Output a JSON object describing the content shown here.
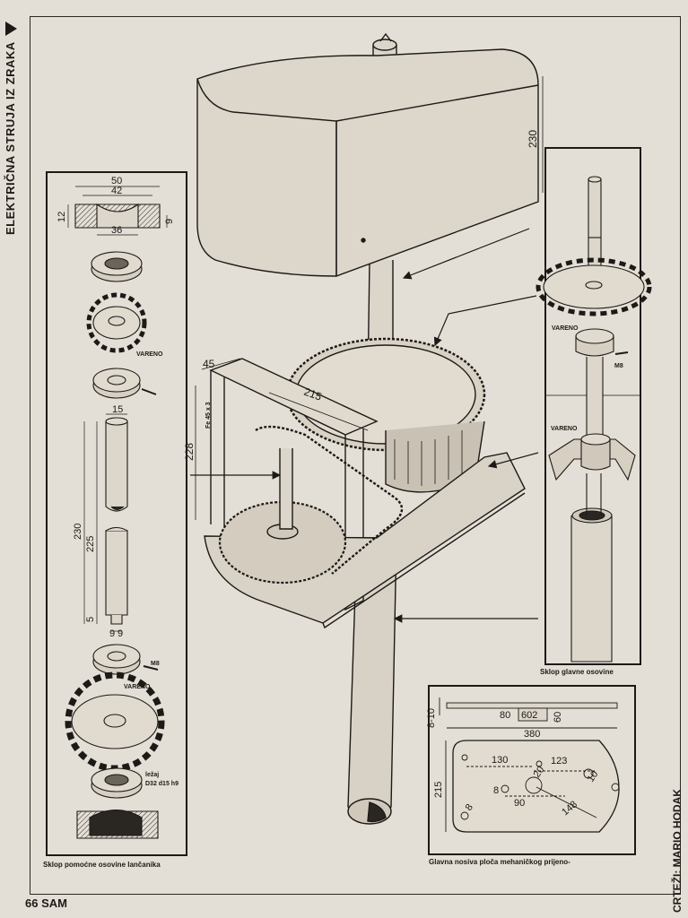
{
  "side_title": "ELEKTRIČNA STRUJA IZ ZRAKA",
  "credit": "CRTEŽI: MARIO HODAK",
  "page_number": "66 SAM",
  "left_panel": {
    "caption": "Sklop pomoćne osovine lančanika",
    "dims": {
      "w50": "50",
      "w42": "42",
      "h12": "12",
      "h9": "9",
      "w36": "36",
      "w15": "15",
      "l230": "230",
      "l225": "225",
      "l5": "5",
      "d9": "9",
      "d9b": "9"
    },
    "labels": {
      "vareno1": "VARENO",
      "m8": "M8",
      "vareno2": "VARENO",
      "lezaj": "ležaj",
      "lezaj_spec": "D32 d15 h9"
    }
  },
  "center": {
    "dims": {
      "h230": "230",
      "w45": "45",
      "w215": "215",
      "h228": "228",
      "fe": "Fe 45 x 3"
    }
  },
  "right_panel": {
    "caption": "Sklop glavne osovine",
    "labels": {
      "vareno1": "VARENO",
      "m8": "M8",
      "vareno2": "VARENO"
    }
  },
  "plate_panel": {
    "caption": "Glavna nosiva ploča mehaničkog prijeno-",
    "dims": {
      "t810": "8-10",
      "w80": "80",
      "w602": "602",
      "w60": "60",
      "w380": "380",
      "h215": "215",
      "w130": "130",
      "w123": "123",
      "d20": "20",
      "d8a": "8",
      "d10": "10",
      "w90": "90",
      "w148": "148",
      "d8b": "8"
    }
  }
}
